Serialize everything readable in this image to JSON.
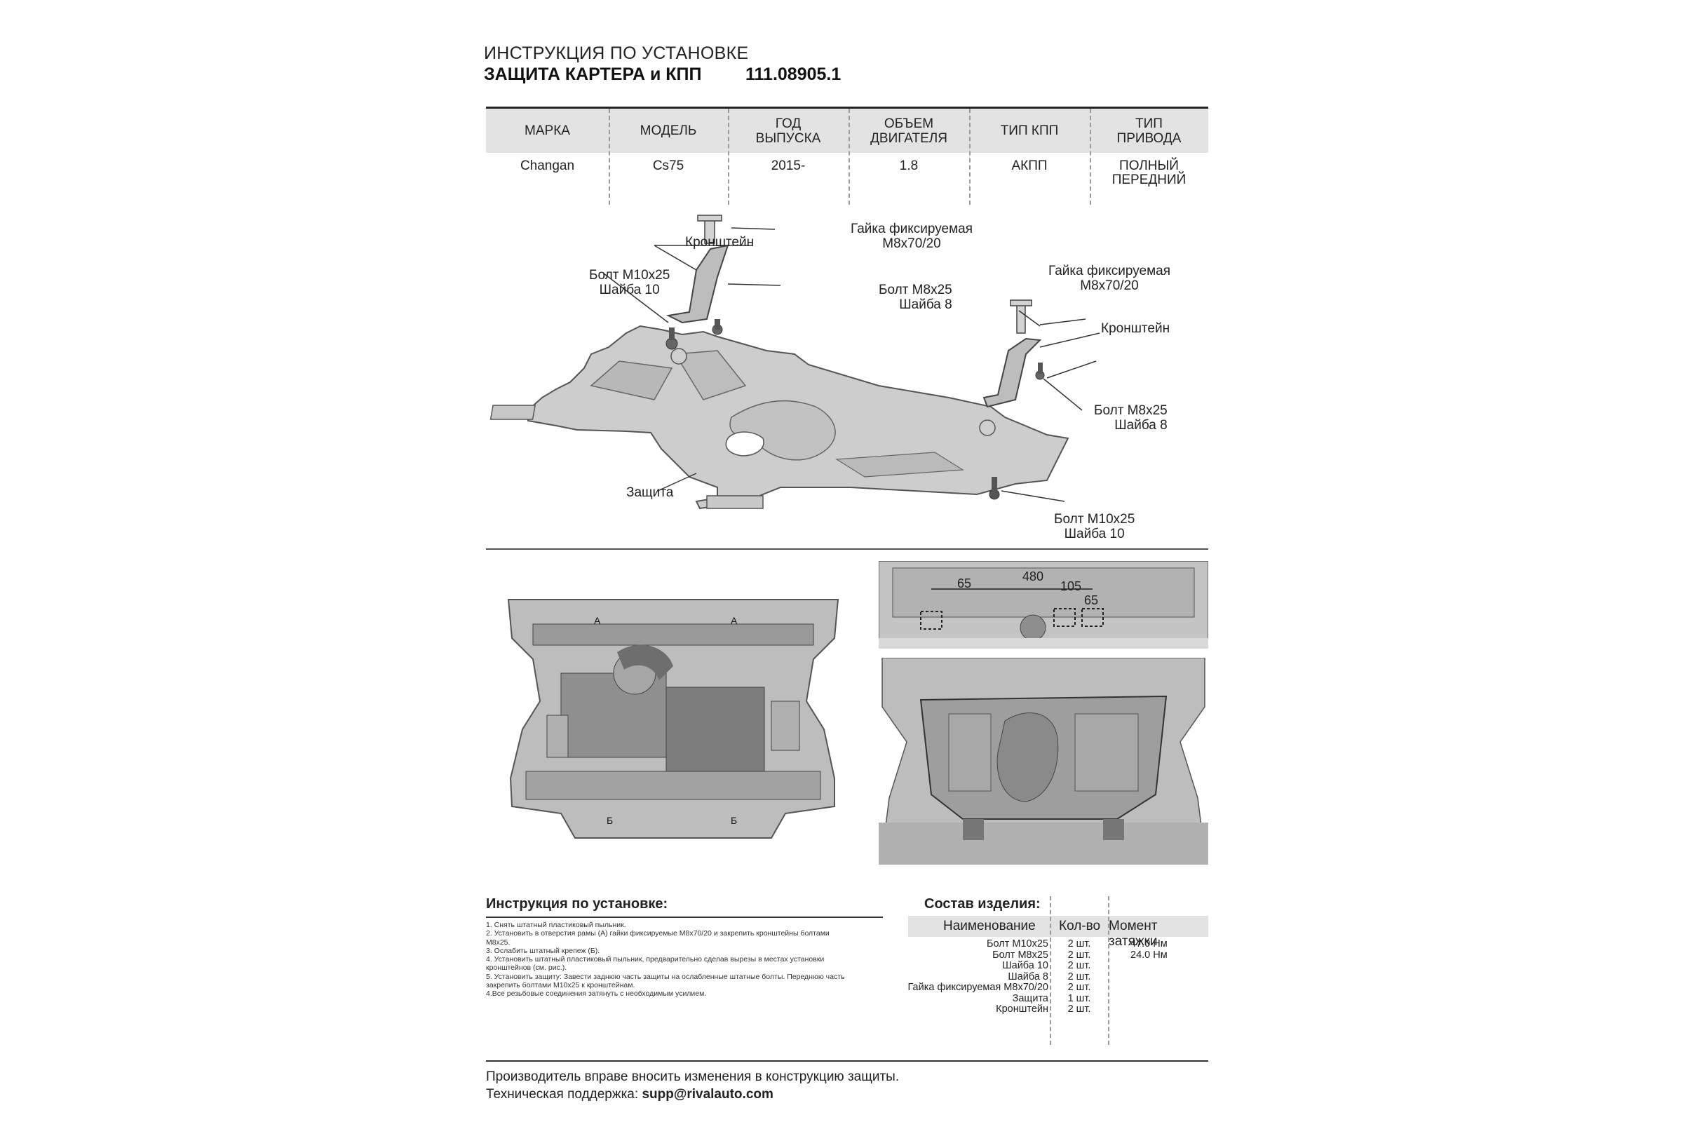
{
  "header": {
    "line1": "ИНСТРУКЦИЯ ПО УСТАНОВКЕ",
    "line2": "ЗАЩИТА КАРТЕРА и КПП",
    "part_number": "111.08905.1"
  },
  "spec_table": {
    "columns": [
      {
        "header": "МАРКА",
        "value": "Changan"
      },
      {
        "header": "МОДЕЛЬ",
        "value": "Cs75"
      },
      {
        "header": "ГОД\nВЫПУСКА",
        "value": "2015-"
      },
      {
        "header": "ОБЪЕМ\nДВИГАТЕЛЯ",
        "value": "1.8"
      },
      {
        "header": "ТИП КПП",
        "value": "АКПП"
      },
      {
        "header": "ТИП\nПРИВОДА",
        "value": "ПОЛНЫЙ\nПЕРЕДНИЙ"
      }
    ]
  },
  "diagram_labels": {
    "bracket_left": "Кронштейн",
    "nut_left": "Гайка фиксируемая\nМ8х70/20",
    "bolt_left_top": "Болт М10х25\nШайба 10",
    "bolt_m8_left": "Болт М8х25\nШайба 8",
    "nut_right": "Гайка фиксируемая\nМ8х70/20",
    "bracket_right": "Кронштейн",
    "bolt_m8_right": "Болт М8х25\nШайба 8",
    "guard": "Защита",
    "bolt_right_bottom": "Болт М10х25\nШайба 10"
  },
  "photos": {
    "marks_a": [
      "А",
      "А"
    ],
    "marks_b": [
      "Б",
      "Б"
    ],
    "dims": [
      "65",
      "480",
      "105",
      "65"
    ]
  },
  "instructions": {
    "title": "Инструкция по установке:",
    "steps": [
      "1. Снять штатный пластиковый пыльник.",
      "2. Установить в отверстия рамы (А) гайки фиксируемые М8х70/20 и закрепить кронштейны болтами",
      "М8х25.",
      "3. Ослабить штатный крепеж (Б).",
      "4. Установить штатный пластиковый пыльник, предварительно сделав вырезы в местах установки",
      "кронштейнов (см. рис.).",
      "5. Установить защиту: Завести заднюю часть защиты на ослабленные штатные болты. Переднюю часть",
      "закрепить болтами М10х25 к кронштейнам.",
      "4.Все резьбовые соединения затянуть с необходимым усилием."
    ]
  },
  "composition": {
    "title": "Состав изделия:",
    "headers": {
      "name": "Наименование",
      "qty": "Кол-во",
      "torque": "Момент затяжки"
    },
    "rows": [
      {
        "name": "Болт М10х25",
        "qty": "2 шт.",
        "torque": "47.0 Нм"
      },
      {
        "name": "Болт М8х25",
        "qty": "2 шт.",
        "torque": "24.0 Нм"
      },
      {
        "name": "Шайба 10",
        "qty": "2 шт.",
        "torque": ""
      },
      {
        "name": "Шайба 8",
        "qty": "2 шт.",
        "torque": ""
      },
      {
        "name": "Гайка фиксируемая М8х70/20",
        "qty": "2 шт.",
        "torque": ""
      },
      {
        "name": "Защита",
        "qty": "1 шт.",
        "torque": ""
      },
      {
        "name": "Кронштейн",
        "qty": "2 шт.",
        "torque": ""
      }
    ]
  },
  "footer": {
    "line1": "Производитель вправе вносить изменения в конструкцию защиты.",
    "line2_prefix": "Техническая поддержка: ",
    "email": "supp@rivalauto.com"
  }
}
